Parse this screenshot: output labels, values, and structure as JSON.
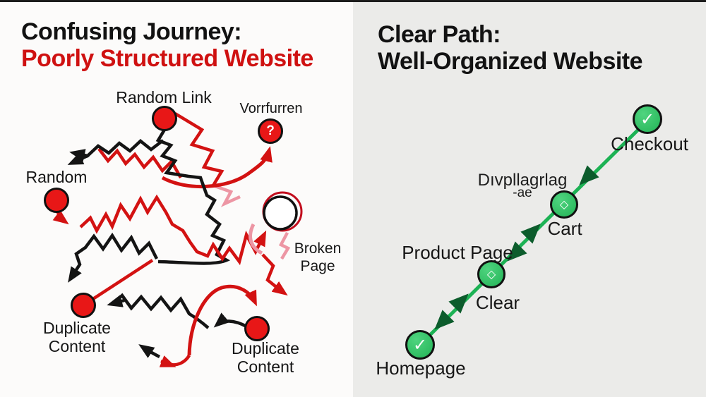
{
  "left": {
    "title_line1": "Confusing Journey:",
    "title_line2": "Poorly Structured Website",
    "labels": {
      "random_link": "Random Link",
      "vomfurren": "Vorrfurren",
      "question_glyph": "?",
      "random": "Random",
      "broken_line1": "Broken",
      "broken_line2": "Page",
      "duplicate1_line1": "Duplicate",
      "duplicate1_line2": "Content",
      "duplicate2_line1": "Duplicate",
      "duplicate2_line2": "Content"
    }
  },
  "right": {
    "title_line1": "Clear Path:",
    "title_line2": "Well-Organized Website",
    "garbled_line1": "Dıvpllagrlag",
    "garbled_line2": "-ae",
    "nodes": [
      {
        "id": "checkout",
        "label": "Checkout",
        "icon": "✓"
      },
      {
        "id": "cart",
        "label": "Cart",
        "icon": "◇"
      },
      {
        "id": "product-page",
        "label": "Product Page",
        "icon": "◇"
      },
      {
        "id": "homepage",
        "label": "Homepage",
        "icon": "✓"
      }
    ],
    "caption_clear": "Clear"
  },
  "colors": {
    "red": "#d31212",
    "pink_faded": "#ed96a4",
    "black_stroke": "#141414",
    "green_line": "#1cb254",
    "green_node": "#23b356",
    "green_arrow_dark": "#0c5c2c",
    "title_red": "#cf1111",
    "bg_left": "#fcfbfa",
    "bg_right": "#ebebe9"
  }
}
